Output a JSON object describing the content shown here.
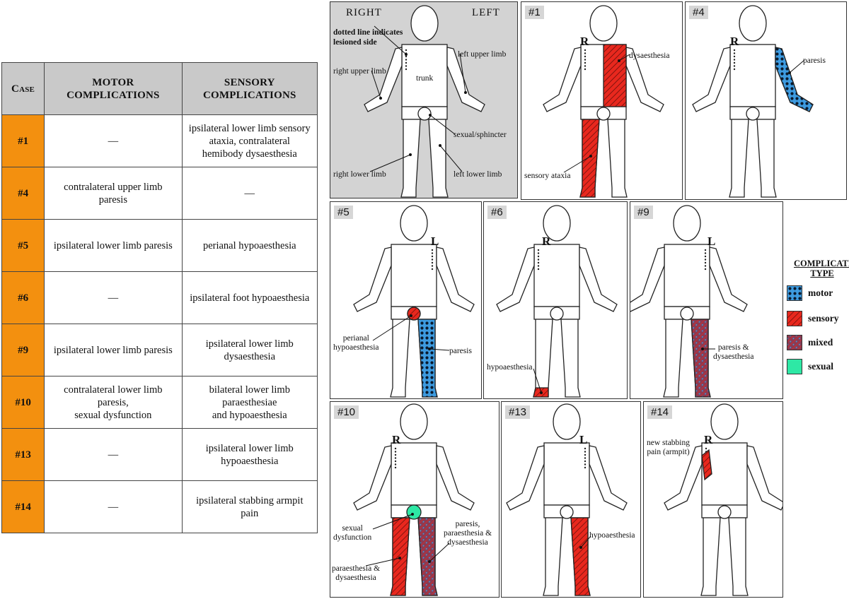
{
  "table": {
    "headers": [
      "Case",
      "MOTOR\nCOMPLICATIONS",
      "SENSORY\nCOMPLICATIONS"
    ],
    "rows": [
      {
        "case": "#1",
        "motor": "—",
        "sensory": "ipsilateral lower limb sensory ataxia, contralateral hemibody dysaesthesia"
      },
      {
        "case": "#4",
        "motor": "contralateral upper limb paresis",
        "sensory": "—"
      },
      {
        "case": "#5",
        "motor": "ipsilateral lower limb paresis",
        "sensory": "perianal hypoaesthesia"
      },
      {
        "case": "#6",
        "motor": "—",
        "sensory": "ipsilateral foot hypoaesthesia"
      },
      {
        "case": "#9",
        "motor": "ipsilateral lower limb paresis",
        "sensory": "ipsilateral lower limb dysaesthesia"
      },
      {
        "case": "#10",
        "motor": "contralateral lower limb paresis,\nsexual dysfunction",
        "sensory": "bilateral lower limb paraesthesiae\nand hypoaesthesia"
      },
      {
        "case": "#13",
        "motor": "—",
        "sensory": "ipsilateral lower limb hypoaesthesia"
      },
      {
        "case": "#14",
        "motor": "—",
        "sensory": "ipsilateral stabbing armpit pain"
      }
    ]
  },
  "key_panel": {
    "right": "RIGHT",
    "left": "LEFT",
    "note": "dotted line indicates\nlesioned side",
    "labels": {
      "right_upper_limb": "right upper limb",
      "left_upper_limb": "left upper limb",
      "trunk": "trunk",
      "sexual_sphincter": "sexual/sphincter",
      "right_lower_limb": "right lower limb",
      "left_lower_limb": "left lower limb"
    }
  },
  "panels": {
    "p1": {
      "label": "#1",
      "side": "R",
      "annotations": [
        "dysaesthesia",
        "sensory ataxia"
      ]
    },
    "p4": {
      "label": "#4",
      "side": "R",
      "annotations": [
        "paresis"
      ]
    },
    "p5": {
      "label": "#5",
      "side": "L",
      "annotations": [
        "perianal\nhypoaesthesia",
        "paresis"
      ]
    },
    "p6": {
      "label": "#6",
      "side": "R",
      "annotations": [
        "hypoaesthesia"
      ]
    },
    "p9": {
      "label": "#9",
      "side": "L",
      "annotations": [
        "paresis &\ndysaesthesia"
      ]
    },
    "p10": {
      "label": "#10",
      "side": "R",
      "annotations": [
        "sexual\ndysfunction",
        "paresis,\nparaesthesia &\ndysaesthesia",
        "paraesthesia &\ndysaesthesia"
      ]
    },
    "p13": {
      "label": "#13",
      "side": "L",
      "annotations": [
        "hypoaesthesia"
      ]
    },
    "p14": {
      "label": "#14",
      "side": "R",
      "annotations": [
        "new stabbing\npain (armpit)"
      ]
    }
  },
  "legend": {
    "title": "COMPLICATION\nTYPE",
    "items": [
      {
        "label": "motor",
        "type": "motor"
      },
      {
        "label": "sensory",
        "type": "sensory"
      },
      {
        "label": "mixed",
        "type": "mixed"
      },
      {
        "label": "sexual",
        "type": "sexual"
      }
    ]
  },
  "colors": {
    "motor": "#3d9be0",
    "sensory": "#e8281e",
    "mixed": "#8c3a52",
    "sexual": "#2ee8a5",
    "case_cell": "#f3900f",
    "header_cell": "#c9c9c9",
    "key_panel_bg": "#d3d3d3"
  }
}
